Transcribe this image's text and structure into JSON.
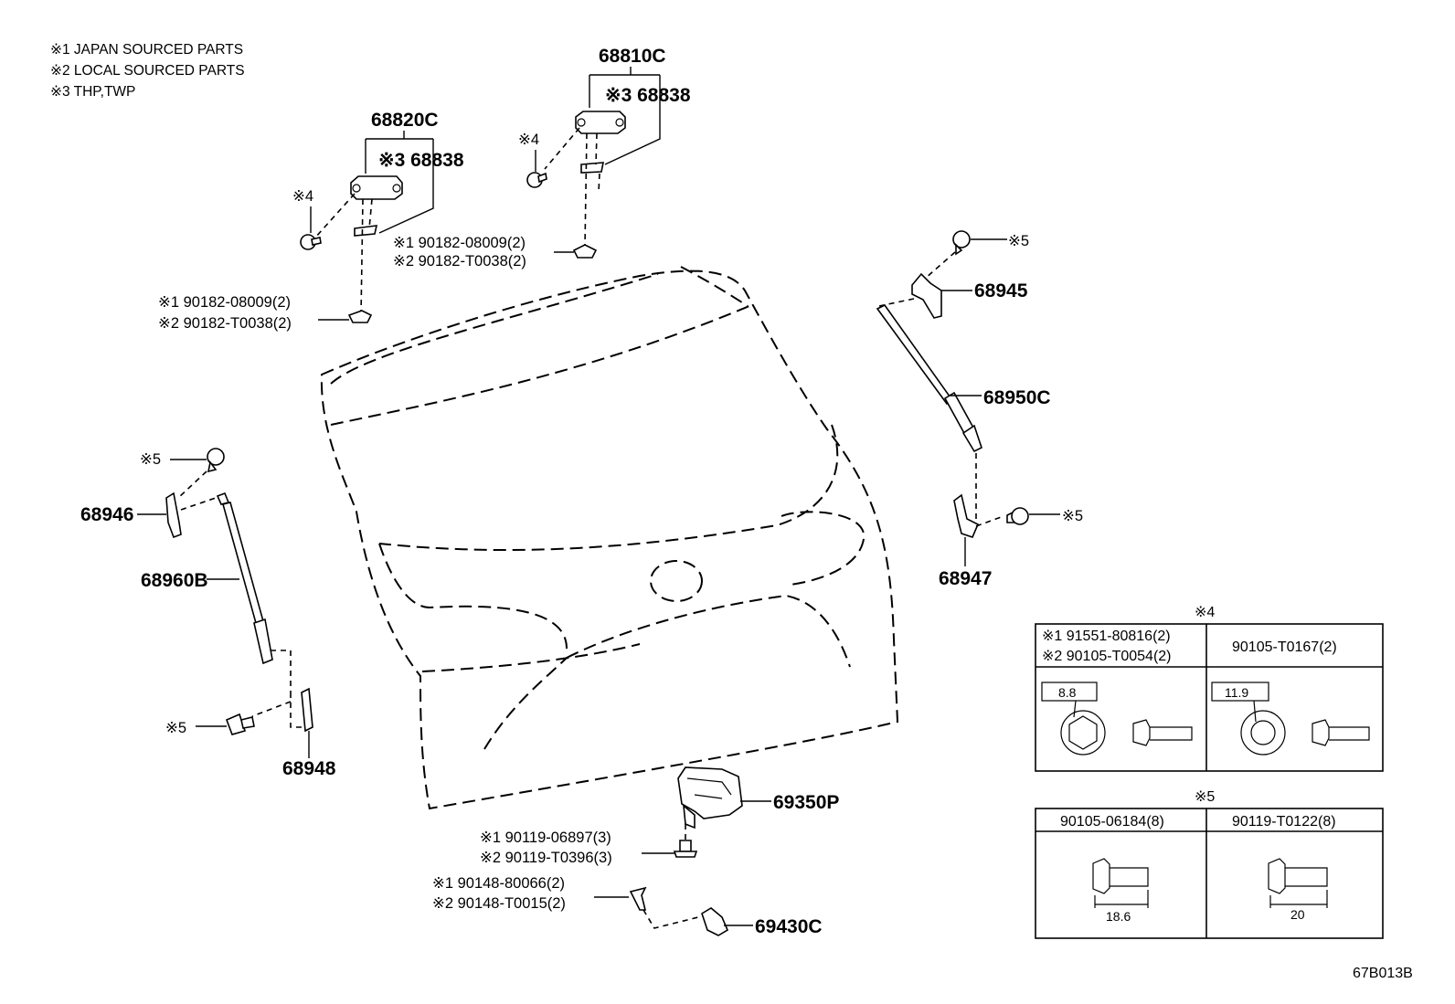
{
  "legend": [
    "※1 JAPAN SOURCED PARTS",
    "※2 LOCAL SOURCED PARTS",
    "※3 THP,TWP"
  ],
  "parts": {
    "p68810C": "68810C",
    "p68820C": "68820C",
    "p68838_a": "※3 68838",
    "p68838_b": "※3 68838",
    "note4_a": "※4",
    "note4_b": "※4",
    "ref_upper_1": "※1 90182-08009(2)",
    "ref_upper_2": "※2 90182-T0038(2)",
    "ref_left_1": "※1 90182-08009(2)",
    "ref_left_2": "※2 90182-T0038(2)",
    "note5_tr": "※5",
    "p68945": "68945",
    "p68950C": "68950C",
    "note5_r": "※5",
    "p68947": "68947",
    "note5_l": "※5",
    "p68946": "68946",
    "p68960B": "68960B",
    "note5_bl": "※5",
    "p68948": "68948",
    "p69350P": "69350P",
    "ref_lock_1": "※1 90119-06897(3)",
    "ref_lock_2": "※2 90119-T0396(3)",
    "ref_clip_1": "※1 90148-80066(2)",
    "ref_clip_2": "※2 90148-T0015(2)",
    "p69430C": "69430C"
  },
  "table4": {
    "title": "※4",
    "col1_line1": "※1 91551-80816(2)",
    "col1_line2": "※2 90105-T0054(2)",
    "col2": "90105-T0167(2)",
    "col1_size": "8.8",
    "col2_size": "11.9"
  },
  "table5": {
    "title": "※5",
    "col1": "90105-06184(8)",
    "col2": "90119-T0122(8)",
    "col1_len": "18.6",
    "col2_len": "20"
  },
  "diagram_id": "67B013B"
}
